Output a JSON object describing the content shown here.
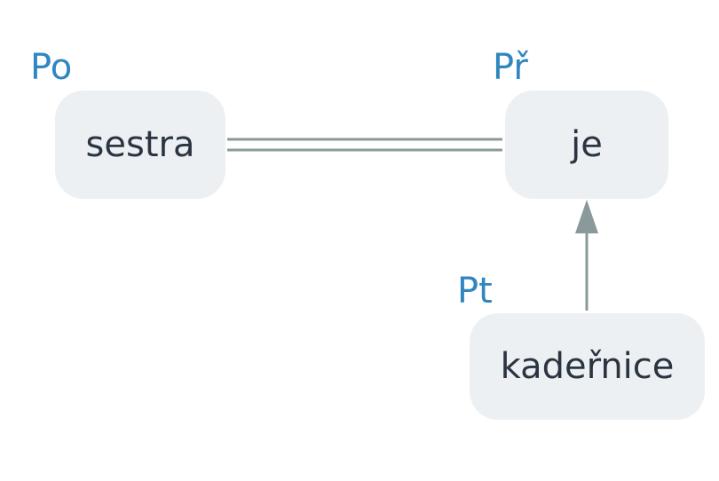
{
  "nodes": {
    "sestra": {
      "text": "sestra",
      "role": "Po"
    },
    "je": {
      "text": "je",
      "role": "Př"
    },
    "kadernice": {
      "text": "kadeřnice",
      "role": "Pt"
    }
  },
  "edges": [
    {
      "from": "sestra",
      "to": "je",
      "style": "double-line"
    },
    {
      "from": "kadernice",
      "to": "je",
      "style": "arrow"
    }
  ],
  "colors": {
    "node_fill": "#edf0f2",
    "node_text": "#2b3542",
    "role_text": "#2f86c0",
    "edge": "#8a9a9a"
  }
}
